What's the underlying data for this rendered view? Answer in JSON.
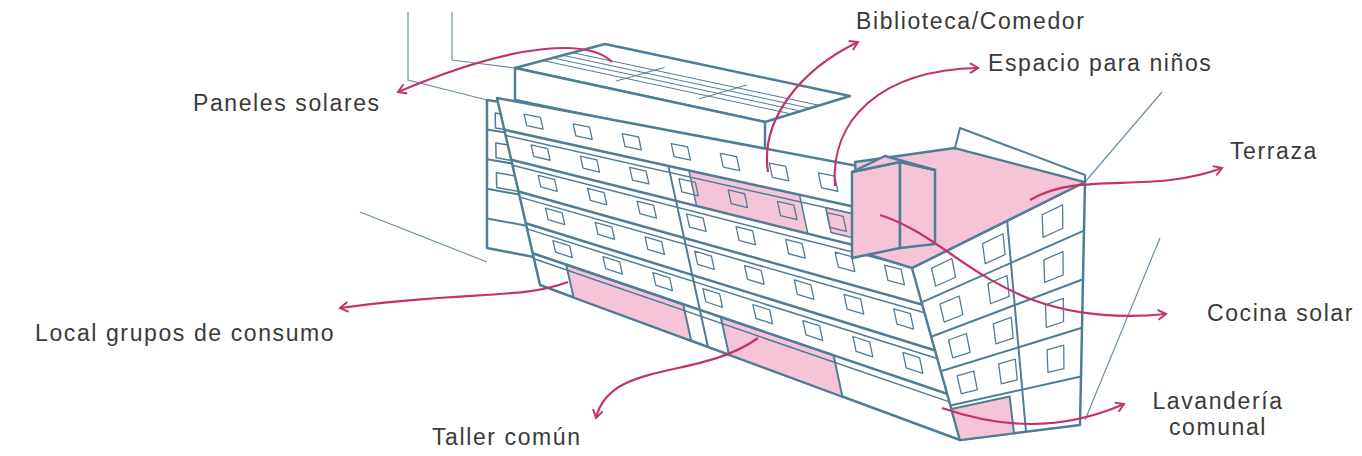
{
  "diagram": {
    "labels": [
      "Paneles solares",
      "Biblioteca/Comedor",
      "Espacio para niños",
      "Terraza",
      "Local grupos de consumo",
      "Cocina solar",
      "Taller común",
      "Lavandería comunal"
    ]
  }
}
